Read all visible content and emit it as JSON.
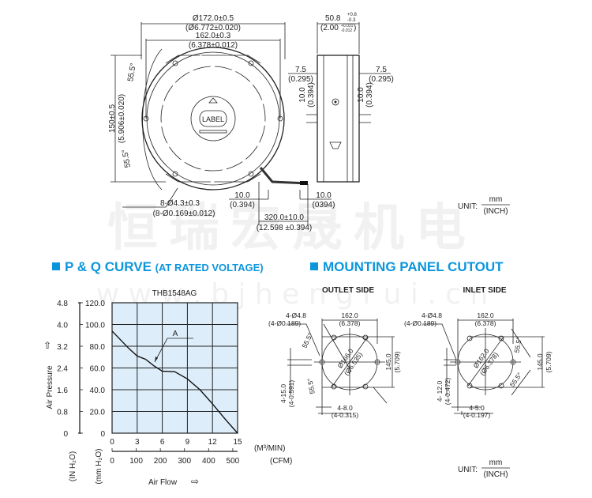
{
  "watermark": {
    "brand_cn": "恒瑞宏晟机电",
    "url": "w w w . b j h e n g r u i . c n"
  },
  "fan_drawing": {
    "outer_dia": "Ø172.0±0.5",
    "outer_dia_in": "(Ø6.772±0.020)",
    "hole_pitch": "162.0±0.3",
    "hole_pitch_in": "(6.378±0.012)",
    "height": "150±0.5",
    "height_in": "(5.906±0.020)",
    "angle_top": "55.5°",
    "angle_bottom": "55.5°",
    "label": "LABEL",
    "holes": "8-Ø4.3±0.3",
    "holes_in": "(8-Ø0.169±0.012)",
    "lead_strip_left": "10.0",
    "lead_strip_left_in": "(0.394)",
    "lead_strip_right": "10.0",
    "lead_strip_right_in": "(0394)",
    "lead_length": "320.0±10.0",
    "lead_length_in": "(12.598 ±0.394)"
  },
  "side_view": {
    "depth": "50.8",
    "depth_tol_plus": "+0.8",
    "depth_tol_minus": "-0.3",
    "depth_in": "(2.00",
    "depth_in_tol_plus": "+0.031",
    "depth_in_tol_minus": "-0.012",
    "depth_in_close": ")",
    "left_offset": "7.5",
    "left_offset_in": "(0.295)",
    "right_offset": "7.5",
    "right_offset_in": "(0.295)",
    "left_slot": "10.0",
    "left_slot_in": "(0.394)",
    "right_slot": "10.0",
    "right_slot_in": "(0.394)"
  },
  "unit_top": {
    "label": "UNIT:",
    "unit1": "mm",
    "unit2": "(INCH)"
  },
  "unit_bottom": {
    "label": "UNIT:",
    "unit1": "mm",
    "unit2": "(INCH)"
  },
  "sections": {
    "pq_title": "P & Q CURVE",
    "pq_subtitle": "(AT RATED VOLTAGE)",
    "mount_title": "MOUNTING PANEL CUTOUT"
  },
  "chart_data": {
    "type": "line",
    "title": "THB1548AG",
    "xlabel": "Air Flow",
    "ylabel": "Air Pressure",
    "x_unit": "(M³/MIN)",
    "x2_unit": "(CFM)",
    "y_unit": "(mm H₂O)",
    "y2_unit": "(IN H₂O)",
    "xlim": [
      0,
      15
    ],
    "ylim": [
      0,
      120
    ],
    "x_ticks": [
      "0",
      "3",
      "6",
      "9",
      "12",
      "15"
    ],
    "x2_ticks": [
      "0",
      "100",
      "200",
      "300",
      "400",
      "500"
    ],
    "y_ticks": [
      "0",
      "20.0",
      "40.0",
      "60.0",
      "80.0",
      "100.0",
      "120.0"
    ],
    "y2_ticks": [
      "0",
      "0.8",
      "1.6",
      "2.4",
      "3.2",
      "4.0",
      "4.8"
    ],
    "grid": true,
    "annotation": "A",
    "series": [
      {
        "name": "A",
        "x": [
          0,
          1,
          2,
          3,
          4,
          5,
          6,
          7.5,
          9,
          10.5,
          12,
          13.5,
          15
        ],
        "y": [
          94,
          86,
          78,
          71,
          68,
          62,
          57,
          56.5,
          50,
          40,
          27,
          13,
          0
        ]
      }
    ]
  },
  "cutout_outlet": {
    "title": "OUTLET SIDE",
    "holes": "4-Ø4.8",
    "holes_in": "(4-Ø0.189)",
    "width": "162.0",
    "width_in": "(6.378)",
    "height": "145.0",
    "height_in": "(5.709)",
    "dia": "Ø166.0",
    "dia_in": "(Ø6.535)",
    "angle_top": "55.5°",
    "angle_bottom": "55.5°",
    "notch_h": "4-15.0",
    "notch_h_in": "(4-0.591)",
    "notch_w": "4-8.0",
    "notch_w_in": "(4-0.315)"
  },
  "cutout_inlet": {
    "title": "INLET SIDE",
    "holes": "4-Ø4.8",
    "holes_in": "(4-Ø0.189)",
    "width": "162.0",
    "width_in": "(6.378)",
    "height": "145.0",
    "height_in": "(5.709)",
    "dia": "Ø162.0",
    "dia_in": "(Ø6.378)",
    "angle_top": "55.5°",
    "angle_bottom": "55.5°",
    "notch_h": "4- 12.0",
    "notch_h_in": "(4-0.472)",
    "notch_w": "4-5.0",
    "notch_w_in": "(4-0.197)"
  },
  "colors": {
    "accent": "#0b96dc",
    "plot_bg": "#ddeefa"
  }
}
